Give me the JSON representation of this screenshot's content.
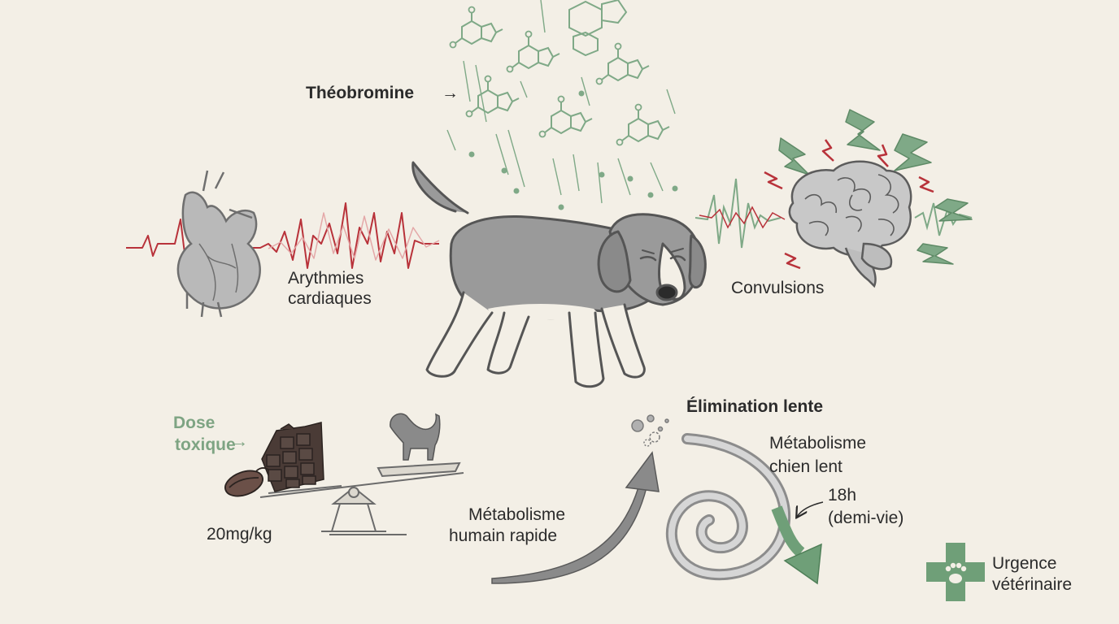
{
  "labels": {
    "theobromine": "Théobromine",
    "theobromine_arrow": "→",
    "arrhythmia_line1": "Arythmies",
    "arrhythmia_line2": "cardiaques",
    "convulsions": "Convulsions",
    "dose_line1": "Dose",
    "dose_line2": "toxique",
    "dose_arrow": "→",
    "dose_value": "20mg/kg",
    "elimination": "Élimination lente",
    "human_line1": "Métabolisme",
    "human_line2": "humain rapide",
    "dog_line1": "Métabolisme",
    "dog_line2": "chien lent",
    "halflife_line1": "18h",
    "halflife_line2": "(demi-vie)",
    "urgence_line1": "Urgence",
    "urgence_line2": "vétérinaire"
  },
  "colors": {
    "background": "#f3efe6",
    "molecule_green": "#7fa987",
    "ecg_red": "#b8323a",
    "dose_green": "#7ea483",
    "cross_green": "#6f9f78",
    "dog_gray": "#9a9a9a",
    "ink": "#2b2b2b",
    "chocolate": "#4a3b36"
  },
  "icons": {
    "heart": "anatomical-heart-icon",
    "brain": "brain-icon",
    "dog": "sad-beagle-illustration",
    "scale": "balance-scale-icon",
    "cross": "vet-cross-paw-icon"
  }
}
